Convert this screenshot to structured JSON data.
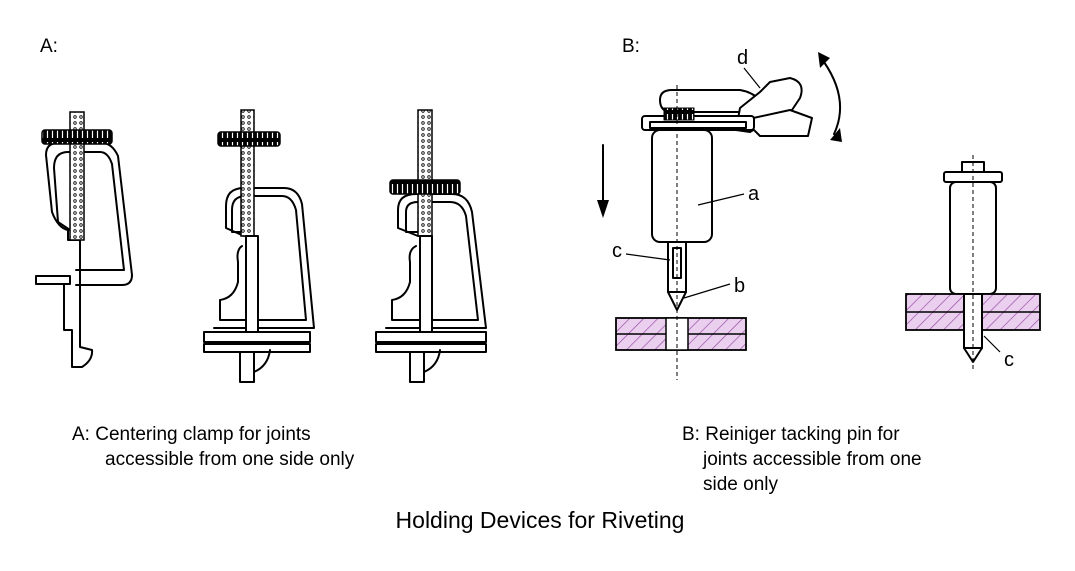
{
  "panel_a": {
    "heading": "A:",
    "caption_line1": "A: Centering clamp for joints",
    "caption_line2": "accessible from one side only"
  },
  "panel_b": {
    "heading": "B:",
    "caption_line1": "B: Reiniger tacking pin for",
    "caption_line2": "joints accessible from one",
    "caption_line3": "side only",
    "labels": {
      "a": "a",
      "b": "b",
      "c": "c",
      "d": "d",
      "c2": "c"
    }
  },
  "figure_title": "Holding Devices for Riveting",
  "colors": {
    "hatch_fill": "#ead0ee",
    "hatch_line": "#9a4fa8",
    "line": "#000000"
  }
}
